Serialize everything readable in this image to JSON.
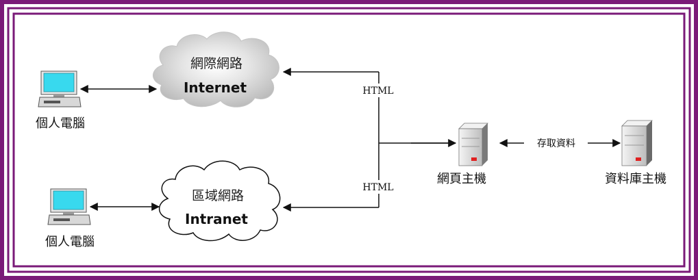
{
  "colors": {
    "frame": "#7a1a78",
    "frame_dark": "#5a1058",
    "monitor_screen": "#38d9ee",
    "server_light": "#e8e8e8",
    "server_dark": "#7a7a7a",
    "server_led": "#e02020",
    "line": "#111111",
    "internet_cloud": "#cfcfcf",
    "intranet_cloud": "#ffffff"
  },
  "clients": [
    {
      "label": "個人電腦",
      "icon": "desktop-computer-icon"
    },
    {
      "label": "個人電腦",
      "icon": "desktop-computer-icon"
    }
  ],
  "clouds": {
    "internet": {
      "title": "網際網路",
      "name": "Internet"
    },
    "intranet": {
      "title": "區域網路",
      "name": "Intranet"
    }
  },
  "links": {
    "internet_html": "HTML",
    "intranet_html": "HTML",
    "db_access": "存取資料"
  },
  "servers": {
    "web": {
      "label": "網頁主機",
      "icon": "server-tower-icon"
    },
    "database": {
      "label": "資料庫主機",
      "icon": "server-tower-icon"
    }
  }
}
